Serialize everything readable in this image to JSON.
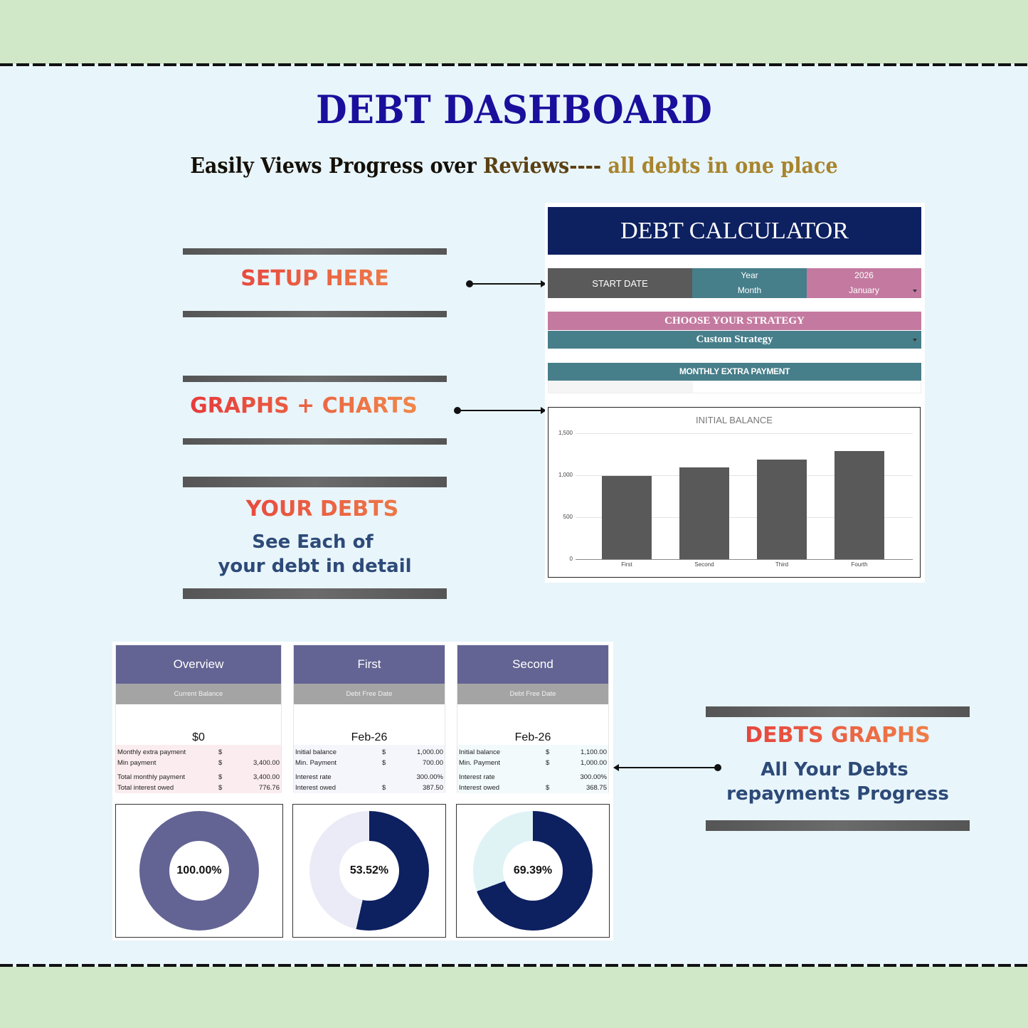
{
  "header": {
    "title": "DEBT DASHBOARD",
    "subtitle_part1": "Easily Views Progress over ",
    "subtitle_part2": "Reviews---- ",
    "subtitle_part3": "all debts in one place"
  },
  "callouts": {
    "setup": {
      "label": "SETUP HERE"
    },
    "graphs": {
      "label": "GRAPHS + CHARTS"
    },
    "your_debts": {
      "label": "YOUR DEBTS",
      "desc_line1": "See Each of",
      "desc_line2": "your debt in detail"
    },
    "debts_graphs": {
      "label": "DEBTS GRAPHS",
      "desc_line1": "All Your Debts",
      "desc_line2": "repayments Progress"
    }
  },
  "calculator": {
    "title": "DEBT CALCULATOR",
    "start_date_label": "START DATE",
    "year_label": "Year",
    "month_label": "Month",
    "year_value": "2026",
    "month_value": "January",
    "strategy_label": "CHOOSE YOUR STRATEGY",
    "strategy_value": "Custom Strategy",
    "extra_payment_label": "MONTHLY EXTRA PAYMENT",
    "extra_payment_value": ""
  },
  "chart_data": [
    {
      "type": "bar",
      "title": "INITIAL BALANCE",
      "categories": [
        "First",
        "Second",
        "Third",
        "Fourth"
      ],
      "values": [
        1000,
        1100,
        1200,
        1300
      ],
      "xlabel": "",
      "ylabel": "",
      "ylim": [
        0,
        1500
      ],
      "yticks": [
        "0",
        "500",
        "1,000",
        "1,500"
      ],
      "grid": true,
      "color": "#595959"
    },
    {
      "type": "pie",
      "title": "Overview",
      "center_label": "100.00%",
      "values": [
        100.0
      ],
      "colors": [
        "#636394"
      ]
    },
    {
      "type": "pie",
      "title": "First",
      "center_label": "53.52%",
      "values": [
        53.52,
        46.48
      ],
      "colors": [
        "#0d2060",
        "#ebebf7"
      ]
    },
    {
      "type": "pie",
      "title": "Second",
      "center_label": "69.39%",
      "values": [
        69.39,
        30.61
      ],
      "colors": [
        "#0d2060",
        "#dff3f5"
      ]
    }
  ],
  "cards": [
    {
      "title": "Overview",
      "subtitle": "Current Balance",
      "big_value": "$0",
      "rows": [
        {
          "key": "Monthly extra payment",
          "cur": "$",
          "val": ""
        },
        {
          "key": "Min payment",
          "cur": "$",
          "val": "3,400.00"
        },
        {
          "key": "Total monthly payment",
          "cur": "$",
          "val": "3,400.00"
        },
        {
          "key": "Total interest owed",
          "cur": "$",
          "val": "776.76"
        }
      ],
      "donut_label": "100.00%"
    },
    {
      "title": "First",
      "subtitle": "Debt Free Date",
      "big_value": "Feb-26",
      "rows": [
        {
          "key": "Initial balance",
          "cur": "$",
          "val": "1,000.00"
        },
        {
          "key": "Min. Payment",
          "cur": "$",
          "val": "700.00"
        },
        {
          "key": "Interest rate",
          "cur": "",
          "val": "300.00%"
        },
        {
          "key": "Interest owed",
          "cur": "$",
          "val": "387.50"
        }
      ],
      "donut_label": "53.52%"
    },
    {
      "title": "Second",
      "subtitle": "Debt Free Date",
      "big_value": "Feb-26",
      "rows": [
        {
          "key": "Initial balance",
          "cur": "$",
          "val": "1,100.00"
        },
        {
          "key": "Min. Payment",
          "cur": "$",
          "val": "1,000.00"
        },
        {
          "key": "Interest rate",
          "cur": "",
          "val": "300.00%"
        },
        {
          "key": "Interest owed",
          "cur": "$",
          "val": "368.75"
        }
      ],
      "donut_label": "69.39%"
    }
  ],
  "colors": {
    "band_green": "#d0e7c8",
    "background": "#e8f5fb",
    "title_blue": "#1a0f9c",
    "navy": "#0d2060",
    "teal": "#467e8a",
    "pink": "#c47aa0",
    "card_purple": "#636394"
  }
}
